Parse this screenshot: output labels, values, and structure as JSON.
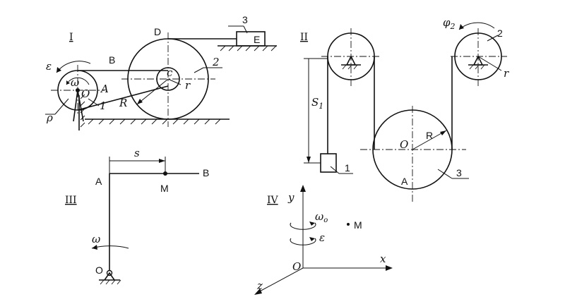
{
  "figures": {
    "I": {
      "title": "I",
      "labels": {
        "epsilon": "ε",
        "omega": "ω",
        "O": "O",
        "A": "A",
        "rho": "ρ",
        "one": "1",
        "B": "B",
        "D": "D",
        "C": "c",
        "r": "r",
        "R": "R",
        "two": "2",
        "three": "3",
        "E": "E"
      }
    },
    "II": {
      "title": "II",
      "labels": {
        "S1": "S",
        "S1_sub": "1",
        "one": "1",
        "O": "O",
        "R": "R",
        "A": "A",
        "three": "3",
        "phi2": "φ",
        "phi2_sub": "2",
        "two": "2",
        "r": "r"
      }
    },
    "III": {
      "title": "III",
      "labels": {
        "A": "A",
        "s": "s",
        "M": "M",
        "B": "B",
        "omega": "ω",
        "O": "O"
      }
    },
    "IV": {
      "title": "IV",
      "labels": {
        "y": "y",
        "omega0": "ω",
        "omega0_sub": "o",
        "epsilon": "ε",
        "M": "M",
        "O": "O",
        "x": "x",
        "z": "z"
      }
    }
  }
}
